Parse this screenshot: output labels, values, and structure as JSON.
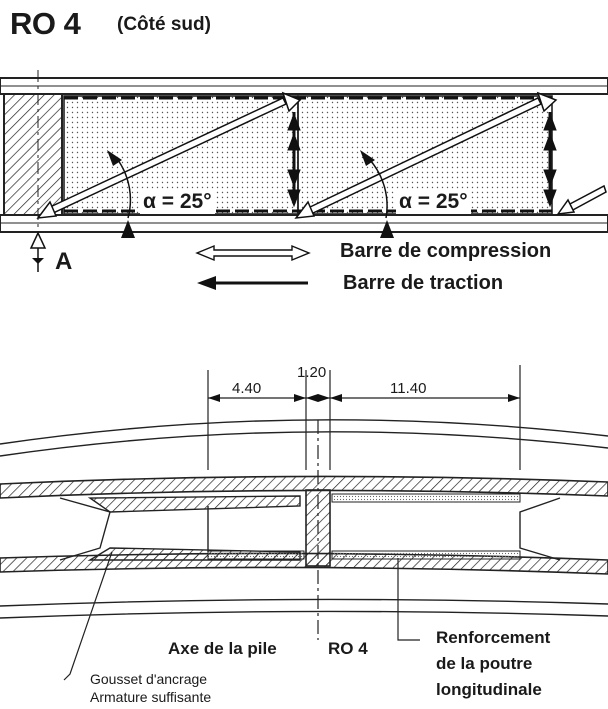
{
  "title": "RO 4",
  "subtitle": "(Côté sud)",
  "point_label": "A",
  "angle_labels": [
    "α = 25°",
    "α = 25°"
  ],
  "legend": {
    "compression": "Barre de compression",
    "traction": "Barre de traction"
  },
  "dimensions": [
    "4.40",
    "1.20",
    "11.40"
  ],
  "labels": {
    "axe": "Axe de la pile",
    "ro4": "RO 4",
    "renforcement_1": "Renforcement",
    "renforcement_2": "de la poutre",
    "renforcement_3": "longitudinale",
    "gousset_1": "Gousset d'ancrage",
    "gousset_2": "Armature suffisante"
  }
}
